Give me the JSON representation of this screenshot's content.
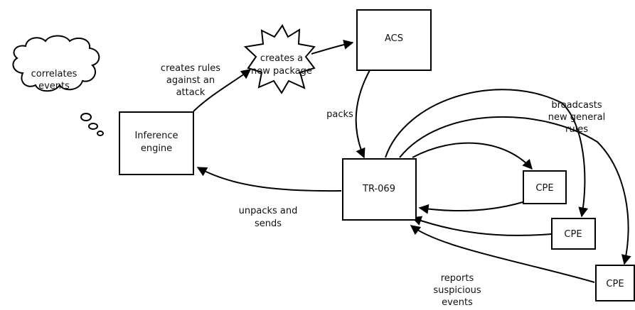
{
  "colors": {
    "stroke": "#000000",
    "fill": "#ffffff",
    "text": "#111111"
  },
  "nodes": {
    "thought": {
      "shape": "cloud",
      "lines": [
        "correlates",
        "events"
      ]
    },
    "inference": {
      "shape": "rectangle",
      "lines": [
        "Inference",
        "engine"
      ]
    },
    "package": {
      "shape": "star",
      "lines": [
        "creates a",
        "new package"
      ]
    },
    "acs": {
      "shape": "rectangle",
      "lines": [
        "ACS"
      ]
    },
    "tr069": {
      "shape": "rectangle",
      "lines": [
        "TR-069"
      ]
    },
    "cpe1": {
      "shape": "rectangle",
      "lines": [
        "CPE"
      ]
    },
    "cpe2": {
      "shape": "rectangle",
      "lines": [
        "CPE"
      ]
    },
    "cpe3": {
      "shape": "rectangle",
      "lines": [
        "CPE"
      ]
    }
  },
  "edge_labels": {
    "creates_rules": [
      "creates rules",
      "against an",
      "attack"
    ],
    "packs": [
      "packs"
    ],
    "broadcasts": [
      "broadcasts",
      "new general",
      "rules"
    ],
    "unpacks": [
      "unpacks and",
      "sends"
    ],
    "reports": [
      "reports",
      "suspicious",
      "events"
    ]
  },
  "edges": [
    {
      "from": "inference",
      "to": "package",
      "label": "creates_rules"
    },
    {
      "from": "package",
      "to": "acs"
    },
    {
      "from": "acs",
      "to": "tr069",
      "label": "packs"
    },
    {
      "from": "tr069",
      "to": "inference",
      "label": "unpacks"
    },
    {
      "from": "tr069",
      "to": "cpe1",
      "label": "broadcasts"
    },
    {
      "from": "tr069",
      "to": "cpe2",
      "label": "broadcasts"
    },
    {
      "from": "tr069",
      "to": "cpe3",
      "label": "broadcasts"
    },
    {
      "from": "cpe1",
      "to": "tr069",
      "label": "reports"
    },
    {
      "from": "cpe2",
      "to": "tr069",
      "label": "reports"
    },
    {
      "from": "cpe3",
      "to": "tr069",
      "label": "reports"
    }
  ]
}
